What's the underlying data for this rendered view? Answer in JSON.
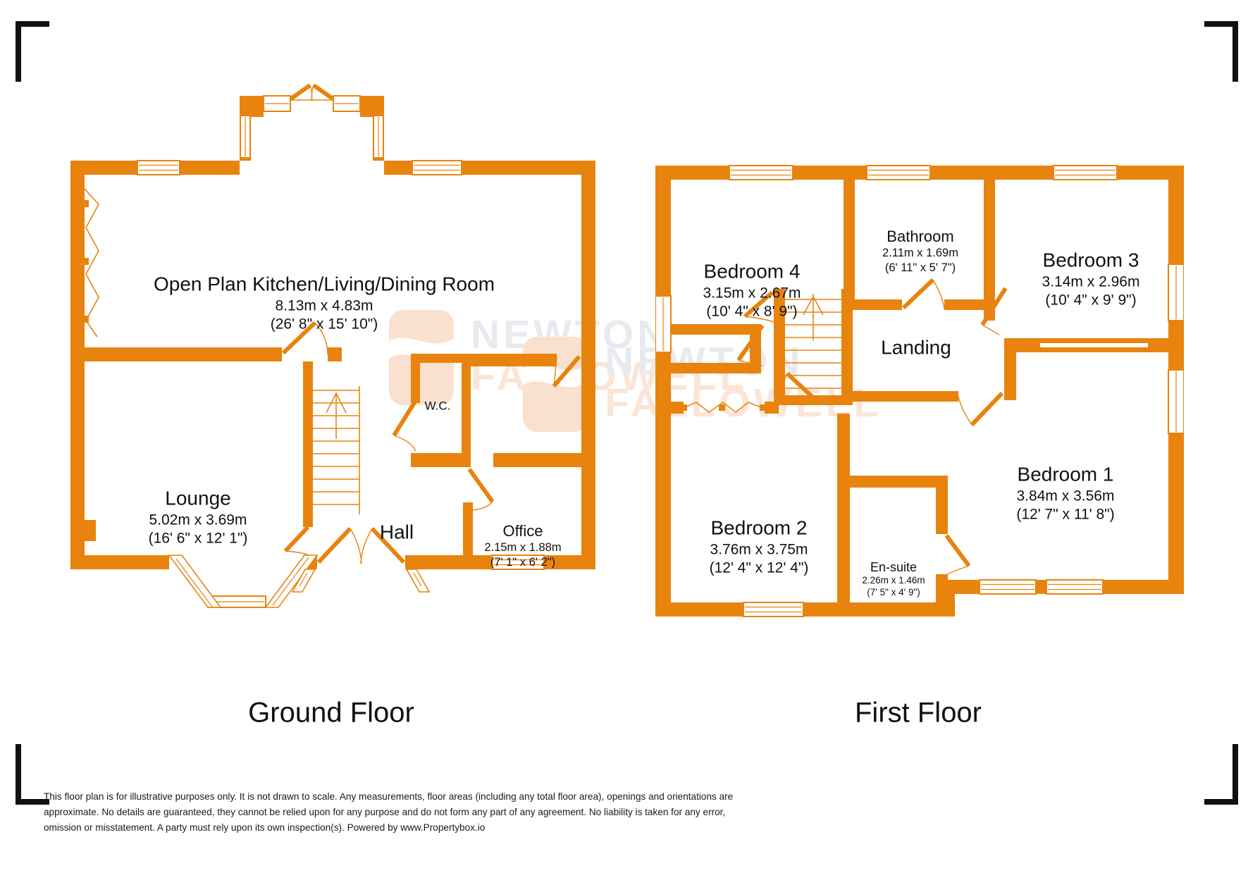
{
  "colors": {
    "wall_orange": "#E8830E",
    "text_black": "#111111",
    "watermark_gray": "#E7EAEE",
    "watermark_peach": "#FBE5D6"
  },
  "watermark": {
    "line1": "NEWTON",
    "line2": "FALLOWELL"
  },
  "floors": [
    {
      "title": "Ground Floor",
      "rooms": [
        {
          "name": "Open Plan Kitchen/Living/Dining Room",
          "dims_m": "8.13m x 4.83m",
          "dims_ft": "(26' 8\" x 15' 10\")"
        },
        {
          "name": "Lounge",
          "dims_m": "5.02m x 3.69m",
          "dims_ft": "(16' 6\" x 12' 1\")"
        },
        {
          "name": "Hall"
        },
        {
          "name": "W.C."
        },
        {
          "name": "Office",
          "dims_m": "2.15m x 1.88m",
          "dims_ft": "(7' 1\" x 6' 2\")"
        }
      ]
    },
    {
      "title": "First Floor",
      "rooms": [
        {
          "name": "Bedroom 4",
          "dims_m": "3.15m x 2.67m",
          "dims_ft": "(10' 4\" x 8' 9\")"
        },
        {
          "name": "Bathroom",
          "dims_m": "2.11m x 1.69m",
          "dims_ft": "(6' 11\" x 5' 7\")"
        },
        {
          "name": "Bedroom 3",
          "dims_m": "3.14m x 2.96m",
          "dims_ft": "(10' 4\" x 9' 9\")"
        },
        {
          "name": "Landing"
        },
        {
          "name": "Bedroom 2",
          "dims_m": "3.76m x 3.75m",
          "dims_ft": "(12' 4\" x 12' 4\")"
        },
        {
          "name": "En-suite",
          "dims_m": "2.26m x 1.46m",
          "dims_ft": "(7' 5\" x 4' 9\")"
        },
        {
          "name": "Bedroom 1",
          "dims_m": "3.84m x 3.56m",
          "dims_ft": "(12' 7\" x 11' 8\")"
        }
      ]
    }
  ],
  "disclaimer": {
    "line1": "This floor plan is for illustrative purposes only. It is not drawn to scale. Any measurements, floor areas (including any total floor area), openings and orientations are",
    "line2": "approximate. No details are guaranteed, they cannot be relied upon for any purpose and do not form any part of any agreement. No liability is taken for any error,",
    "line3": "omission or misstatement. A party must rely upon its own inspection(s). Powered by www.Propertybox.io"
  }
}
